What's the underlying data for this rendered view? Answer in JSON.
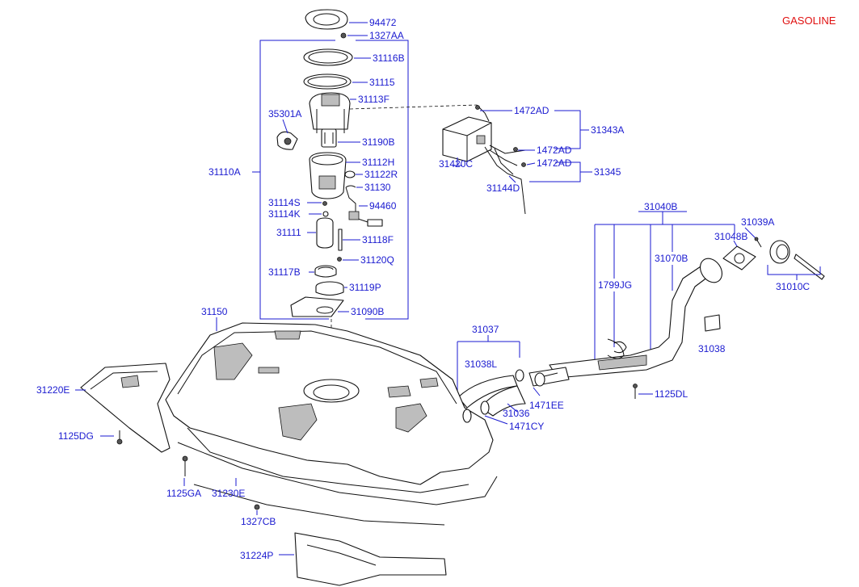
{
  "header": {
    "fuel_type": "GASOLINE"
  },
  "colors": {
    "label": "#1a1ad0",
    "header": "#e01010",
    "line_art": "#111111"
  },
  "parts": {
    "p94472": "94472",
    "p1327AA": "1327AA",
    "p31116B": "31116B",
    "p31115": "31115",
    "p31113F": "31113F",
    "p35301A": "35301A",
    "p31190B": "31190B",
    "p31112H": "31112H",
    "p31122R": "31122R",
    "p31130": "31130",
    "p31110A": "31110A",
    "p31114S": "31114S",
    "p94460": "94460",
    "p31114K": "31114K",
    "p31111": "31111",
    "p31118F": "31118F",
    "p31120Q": "31120Q",
    "p31117B": "31117B",
    "p31119P": "31119P",
    "p31090B": "31090B",
    "p1472AD_a": "1472AD",
    "p31343A": "31343A",
    "p1472AD_b": "1472AD",
    "p31420C": "31420C",
    "p1472AD_c": "1472AD",
    "p31345": "31345",
    "p31144D": "31144D",
    "p31040B": "31040B",
    "p31039A": "31039A",
    "p31048B": "31048B",
    "p31070B": "31070B",
    "p31010C": "31010C",
    "p1799JG": "1799JG",
    "p31038": "31038",
    "p31037": "31037",
    "p31038L": "31038L",
    "p1471EE": "1471EE",
    "p31036": "31036",
    "p1471CY": "1471CY",
    "p1125DL": "1125DL",
    "p31150": "31150",
    "p31220E": "31220E",
    "p1125DG": "1125DG",
    "p1125GA": "1125GA",
    "p31230E": "31230E",
    "p1327CB": "1327CB",
    "p31224P": "31224P"
  }
}
